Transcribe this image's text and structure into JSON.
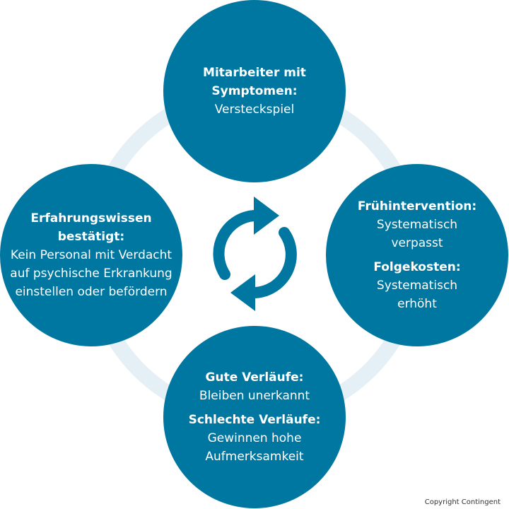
{
  "colors": {
    "circle": "#0077a0",
    "ring": "#e4eff6",
    "text": "#ffffff"
  },
  "center_icon": "refresh-cycle-icon",
  "nodes": {
    "top": {
      "title": "Mitarbeiter mit Symptomen:",
      "text": "Versteckspiel"
    },
    "right": {
      "title1": "Frühintervention:",
      "text1": "Systematisch verpasst",
      "title2": "Folgekosten:",
      "text2": "Systematisch erhöht"
    },
    "bottom": {
      "title1": "Gute Verläufe:",
      "text1": "Bleiben unerkannt",
      "title2": "Schlechte Verläufe:",
      "text2": "Gewinnen hohe Aufmerksamkeit"
    },
    "left": {
      "title": "Erfahrungswissen bestätigt:",
      "text": "Kein Personal mit Verdacht auf psychische Erkrankung einstellen oder befördern"
    }
  },
  "copyright": "Copyright Contingent"
}
